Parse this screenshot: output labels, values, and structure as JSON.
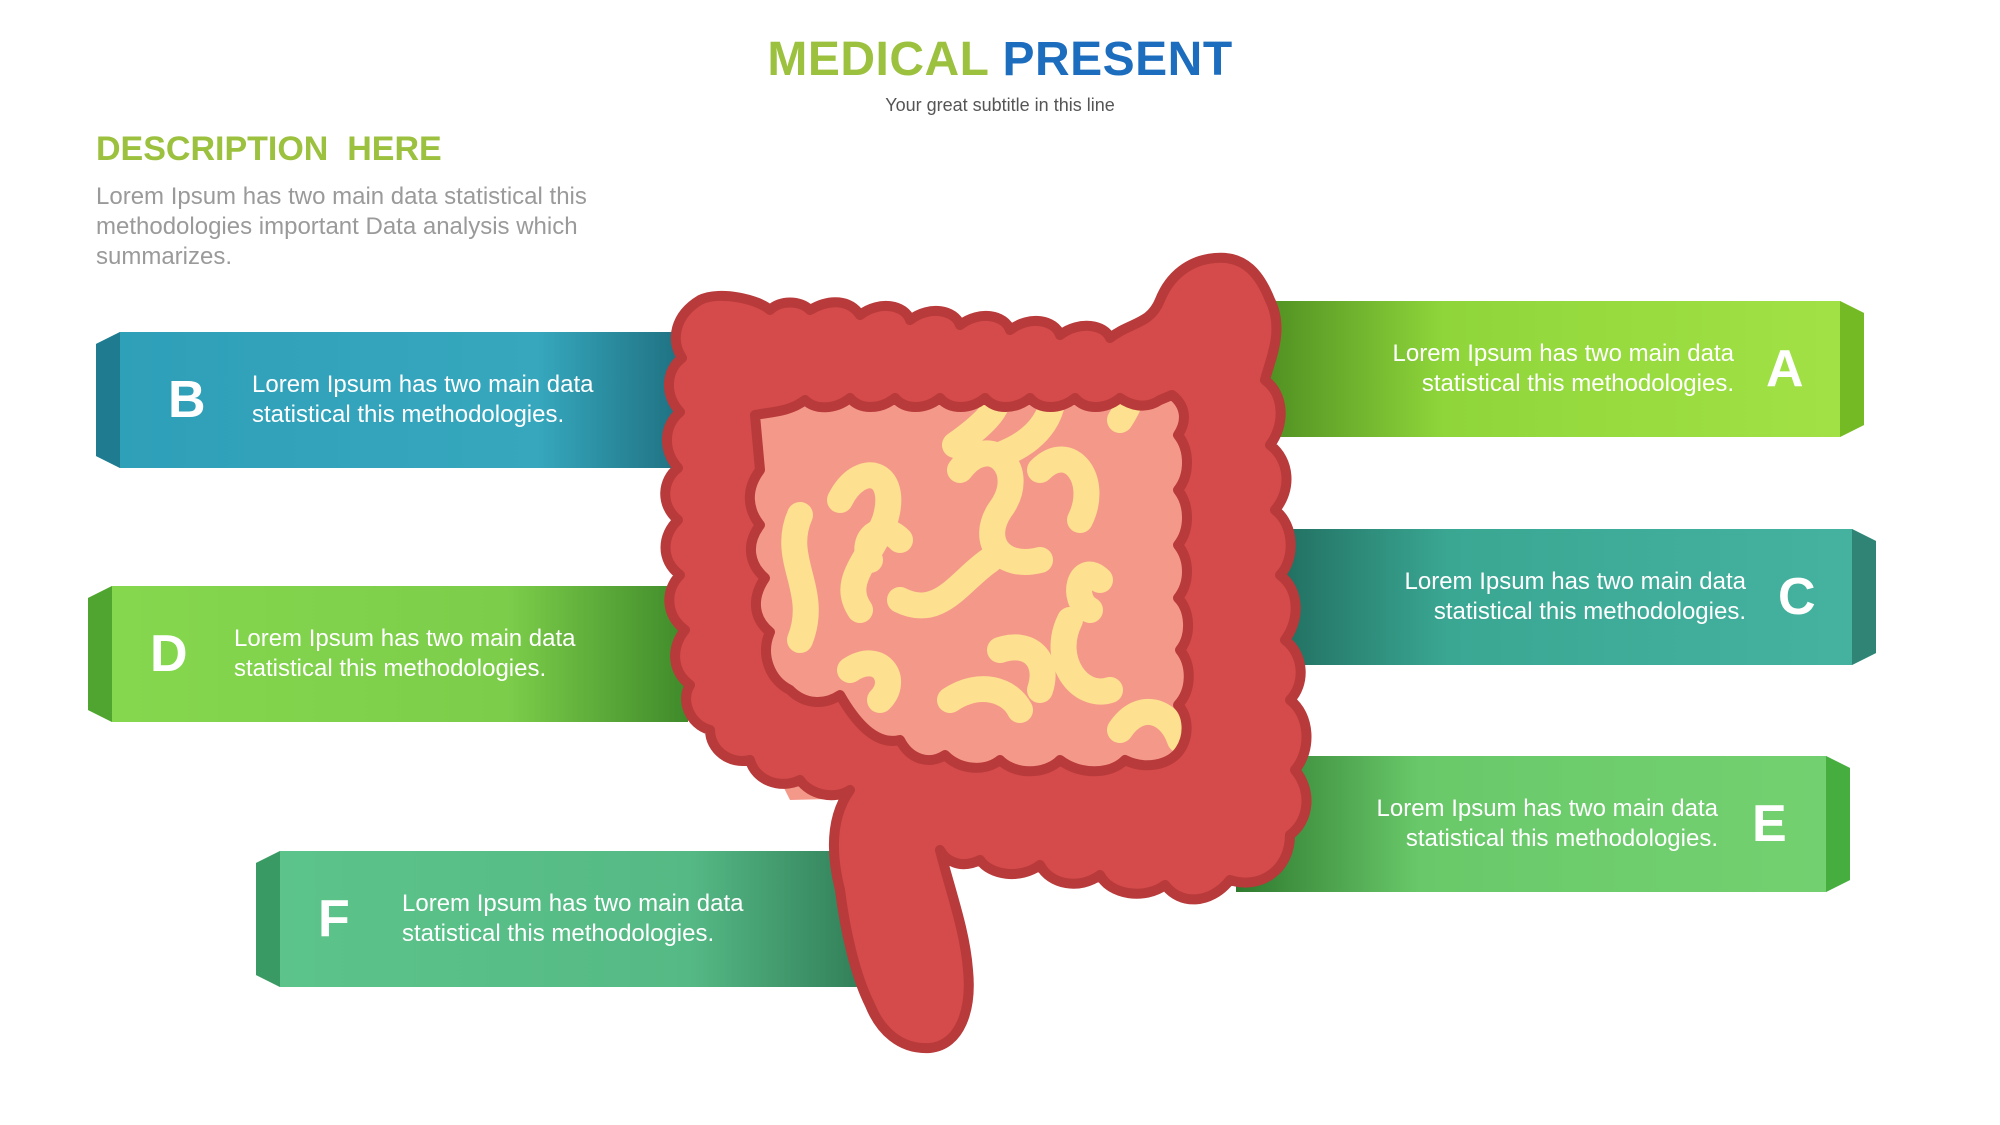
{
  "header": {
    "title_word1": "MEDICAL",
    "title_word2": "PRESENT",
    "subtitle": "Your great subtitle in this line"
  },
  "description": {
    "heading": "DESCRIPTION  HERE",
    "body": "Lorem Ipsum has two main data statistical this methodologies important Data analysis which summarizes."
  },
  "items": [
    {
      "letter": "A",
      "line1": "Lorem Ipsum has two main data",
      "line2": "statistical this methodologies."
    },
    {
      "letter": "B",
      "line1": "Lorem Ipsum has two main data",
      "line2": "statistical this methodologies."
    },
    {
      "letter": "C",
      "line1": "Lorem Ipsum has two main data",
      "line2": "statistical this methodologies."
    },
    {
      "letter": "D",
      "line1": "Lorem Ipsum has two main data",
      "line2": "statistical this methodologies."
    },
    {
      "letter": "E",
      "line1": "Lorem Ipsum has two main data",
      "line2": "statistical this methodologies."
    },
    {
      "letter": "F",
      "line1": "Lorem Ipsum has two main data",
      "line2": "statistical this methodologies."
    }
  ],
  "colors": {
    "A": "#8fd63a",
    "B": "#2e9fb8",
    "C": "#3aa793",
    "D": "#7ed04a",
    "E": "#69c96a",
    "F": "#55c283",
    "intestine": "#d54a4a",
    "intestine_outline": "#b83a3a",
    "interior": "#f4998a",
    "small_intestine": "#fde190"
  }
}
